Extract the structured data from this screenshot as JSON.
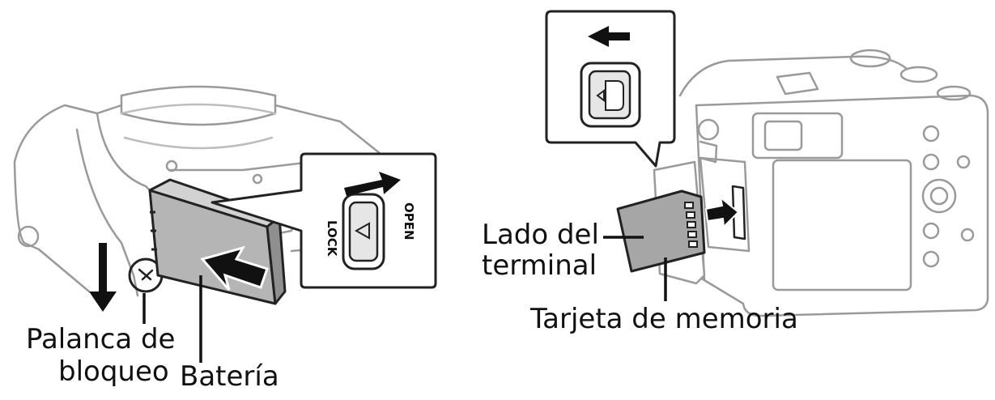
{
  "colors": {
    "line": "#222222",
    "stroke_light": "#9a9a9a",
    "battery_fill": "#b5b5b5",
    "card_fill": "#a6a6a6",
    "arrow": "#111111",
    "background": "#ffffff"
  },
  "left_panel": {
    "callout": {
      "open_text": "OPEN",
      "lock_text": "LOCK"
    },
    "labels": {
      "lock_lever_line1": "Palanca de",
      "lock_lever_line2": "bloqueo",
      "battery": "Batería"
    },
    "icons": [
      "battery-insert-arrow-icon",
      "lever-down-arrow-icon",
      "slide-open-arrow-icon"
    ]
  },
  "right_panel": {
    "labels": {
      "terminal_side_line1": "Lado del",
      "terminal_side_line2": "terminal",
      "memory_card": "Tarjeta de memoria"
    },
    "icons": [
      "slide-left-arrow-icon",
      "card-insert-arrow-icon"
    ]
  }
}
